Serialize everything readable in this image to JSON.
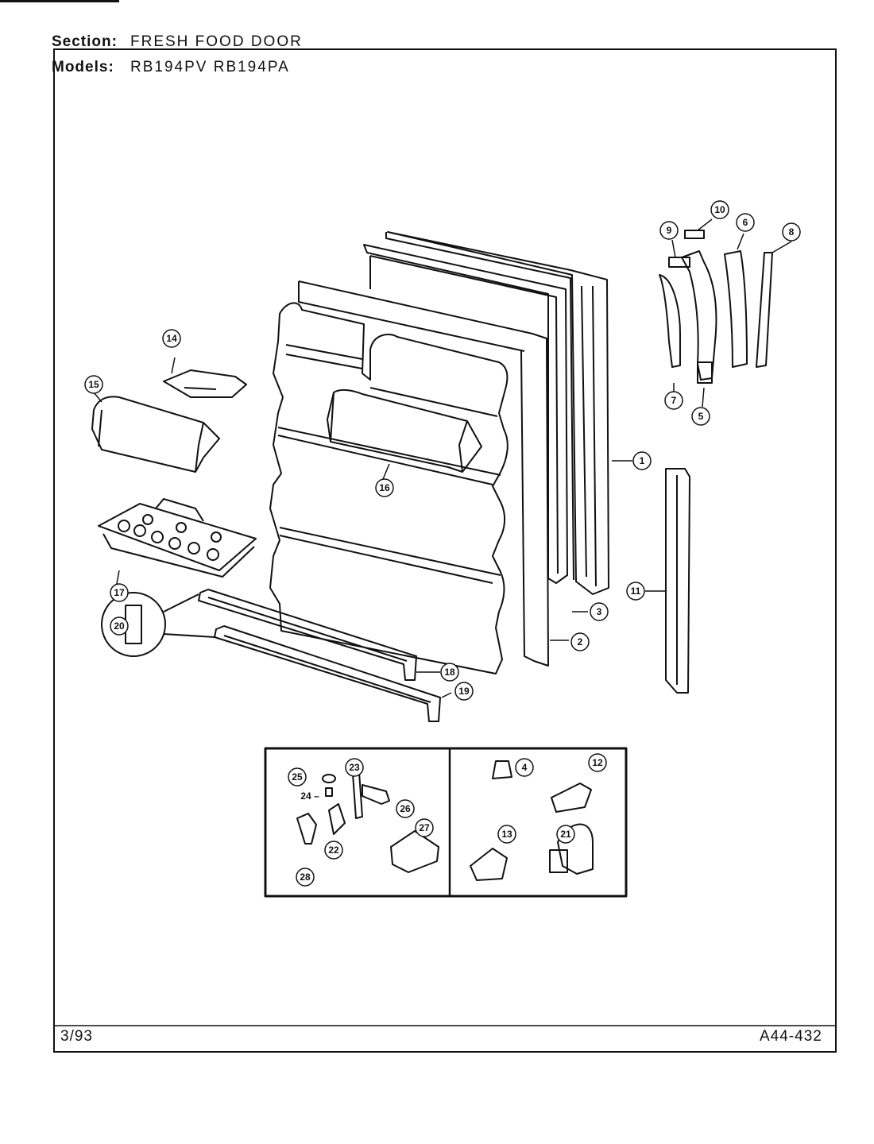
{
  "header": {
    "section_label": "Section:",
    "section_value": "FRESH FOOD DOOR",
    "models_label": "Models:",
    "models_value": "RB194PV RB194PA"
  },
  "footer": {
    "date": "3/93",
    "doc_number": "A44-432"
  },
  "callouts": [
    "1",
    "2",
    "3",
    "4",
    "5",
    "6",
    "7",
    "8",
    "9",
    "10",
    "11",
    "12",
    "13",
    "14",
    "15",
    "16",
    "17",
    "18",
    "19",
    "20",
    "21",
    "22",
    "23",
    "24",
    "25",
    "26",
    "27",
    "28"
  ]
}
